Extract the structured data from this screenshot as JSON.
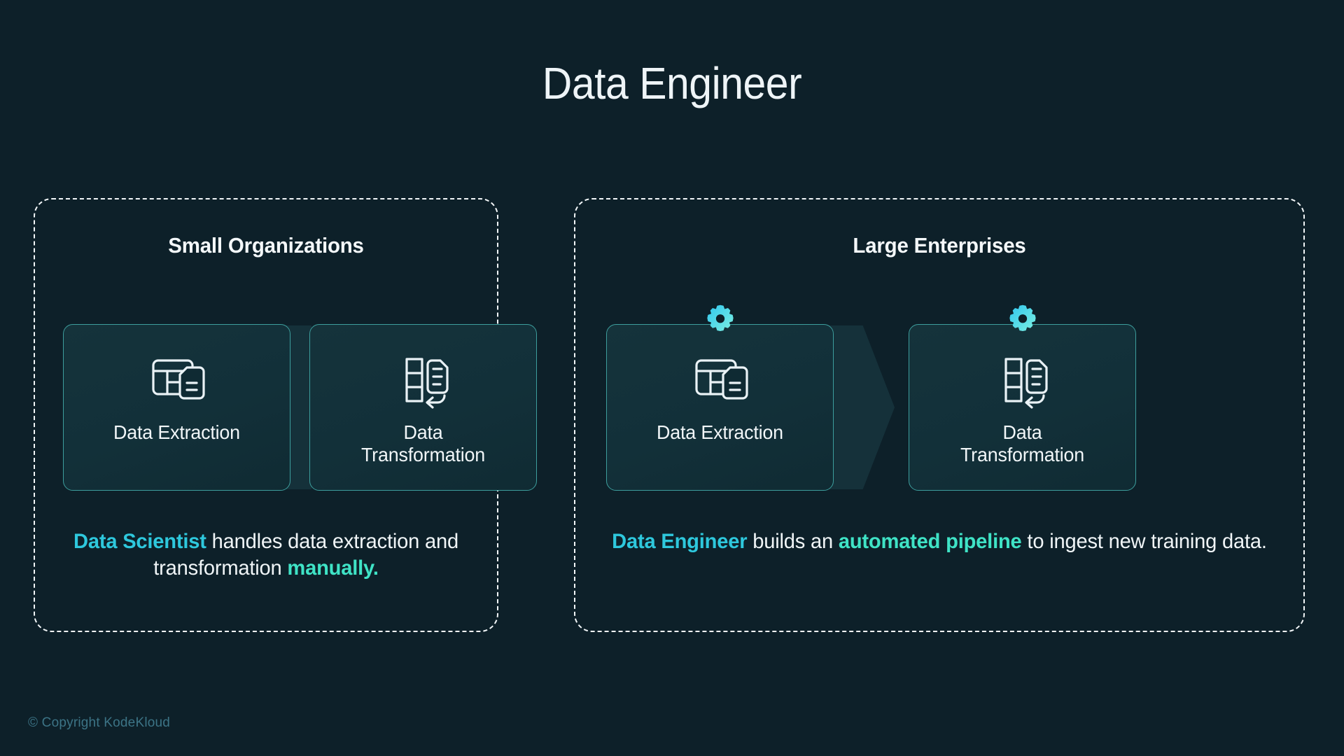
{
  "page": {
    "title": "Data Engineer",
    "background_color": "#0d2029",
    "footer": "© Copyright KodeKloud"
  },
  "colors": {
    "accent_cyan": "#2ec8dd",
    "accent_teal": "#3fe3c6",
    "card_border": "#3d9e9d",
    "panel_border": "#f2f6f8",
    "text": "#f0f5f7",
    "footer_text": "#3c7486"
  },
  "panels": [
    {
      "heading": "Small Organizations",
      "steps": [
        {
          "label": "Data Extraction",
          "icon": "table-document-icon",
          "has_gear": false
        },
        {
          "label": "Data\nTransformation",
          "icon": "transform-document-icon",
          "has_gear": false
        }
      ],
      "caption": {
        "parts": [
          {
            "text": "Data Scientist",
            "style": "cyan"
          },
          {
            "text": " handles data extraction and transformation ",
            "style": "plain"
          },
          {
            "text": "manually.",
            "style": "teal"
          }
        ]
      }
    },
    {
      "heading": "Large Enterprises",
      "steps": [
        {
          "label": "Data Extraction",
          "icon": "table-document-icon",
          "has_gear": true,
          "gear_icon": "gear-icon"
        },
        {
          "label": "Data\nTransformation",
          "icon": "transform-document-icon",
          "has_gear": true,
          "gear_icon": "gear-icon"
        }
      ],
      "caption": {
        "parts": [
          {
            "text": "Data Engineer",
            "style": "cyan"
          },
          {
            "text": " builds an ",
            "style": "plain"
          },
          {
            "text": "automated pipeline",
            "style": "teal"
          },
          {
            "text": " to ingest new training data.",
            "style": "plain"
          }
        ]
      }
    }
  ]
}
